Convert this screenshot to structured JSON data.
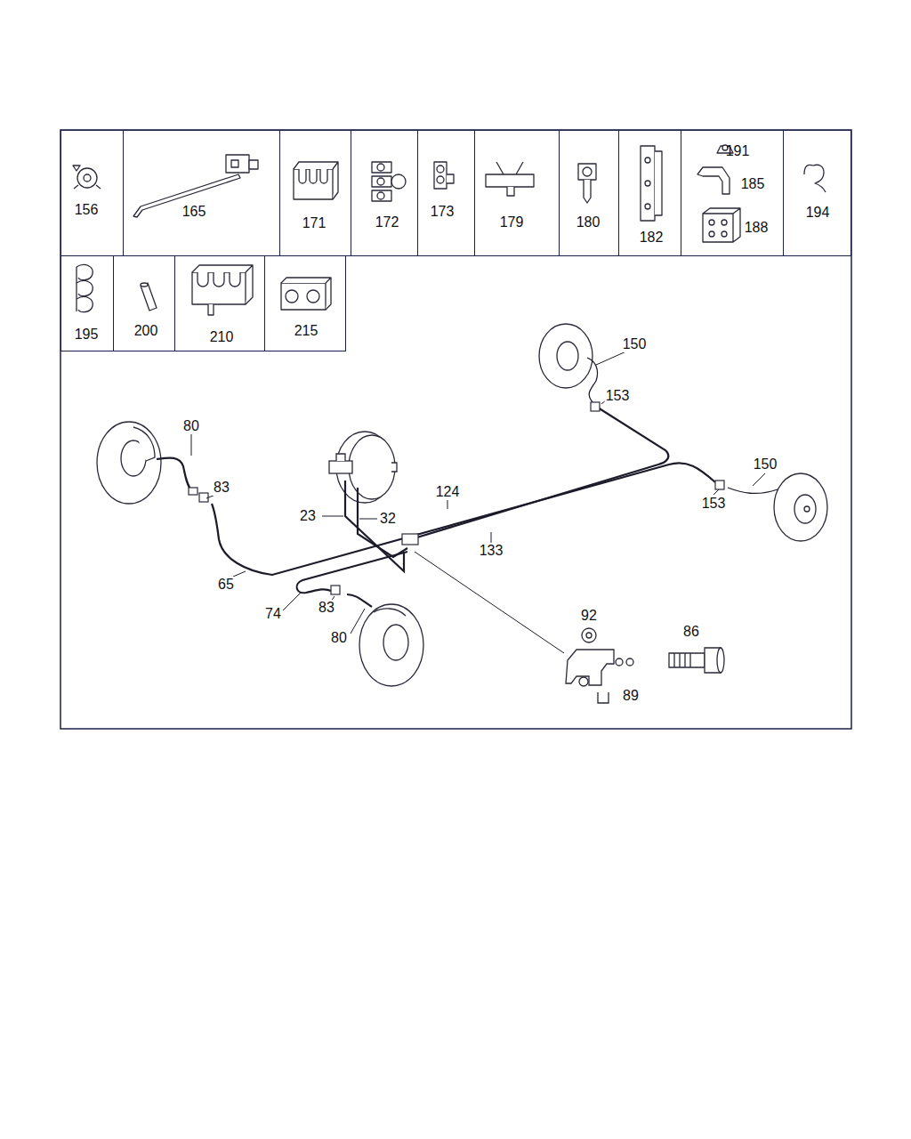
{
  "diagram": {
    "nodes": [
      {
        "text": [
          "156"
        ]
      },
      {
        "text": [
          "165"
        ]
      },
      {
        "text": [
          "171"
        ]
      },
      {
        "text": [
          "172"
        ]
      },
      {
        "text": [
          "173"
        ]
      },
      {
        "text": [
          "179"
        ]
      },
      {
        "text": [
          "180"
        ]
      },
      {
        "text": [
          "182"
        ]
      },
      {
        "text": [
          "191",
          "185",
          "188"
        ]
      },
      {
        "text": [
          "194"
        ]
      },
      {
        "text": [
          "195"
        ]
      },
      {
        "text": [
          "200"
        ]
      },
      {
        "text": [
          "210"
        ]
      },
      {
        "text": [
          "215"
        ]
      }
    ],
    "labels": [
      "150",
      "153",
      "80",
      "150",
      "124",
      "83",
      "153",
      "23",
      "32",
      "133",
      "65",
      "74",
      "83",
      "92",
      "80",
      "86",
      "89"
    ]
  }
}
